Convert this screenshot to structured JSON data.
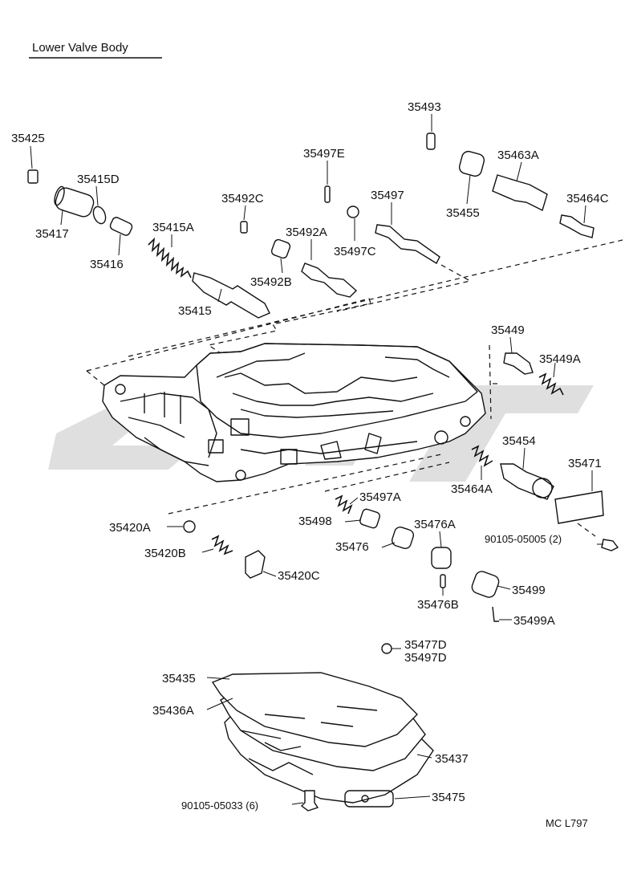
{
  "title": "Lower Valve Body",
  "reference": "MC L797",
  "watermark_color": "#d3d3d3",
  "labels": {
    "p35425": "35425",
    "p35415D": "35415D",
    "p35417": "35417",
    "p35416": "35416",
    "p35415A": "35415A",
    "p35415": "35415",
    "p35492C": "35492C",
    "p35497E": "35497E",
    "p35492A": "35492A",
    "p35492B": "35492B",
    "p35497": "35497",
    "p35497C": "35497C",
    "p35493": "35493",
    "p35455": "35455",
    "p35463A": "35463A",
    "p35464C": "35464C",
    "p35449": "35449",
    "p35449A": "35449A",
    "p35454": "35454",
    "p35464A": "35464A",
    "p35471": "35471",
    "p90105_05005": "90105-05005 (2)",
    "p35497A": "35497A",
    "p35498": "35498",
    "p35476A": "35476A",
    "p35476": "35476",
    "p35420A": "35420A",
    "p35420B": "35420B",
    "p35420C": "35420C",
    "p35499": "35499",
    "p35476B": "35476B",
    "p35499A": "35499A",
    "p35477D": "35477D",
    "p35497D": "35497D",
    "p35435": "35435",
    "p35436A": "35436A",
    "p35437": "35437",
    "p35475": "35475",
    "p90105_05033": "90105-05033 (6)"
  }
}
